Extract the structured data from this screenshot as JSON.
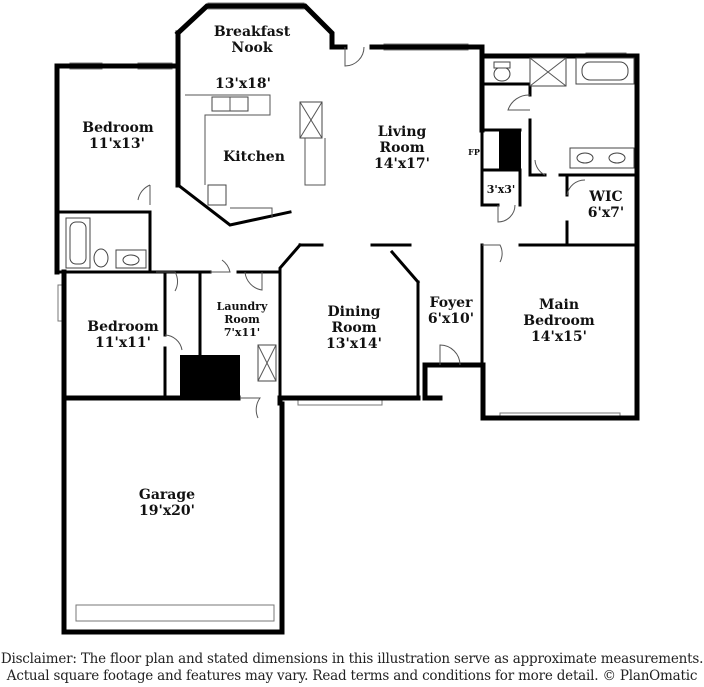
{
  "rooms": {
    "breakfast_nook": {
      "name_line1": "Breakfast",
      "name_line2": "Nook",
      "dims": "13'x18'"
    },
    "kitchen": {
      "name": "Kitchen"
    },
    "bedroom_top": {
      "name": "Bedroom",
      "dims": "11'x13'"
    },
    "living_room": {
      "name_line1": "Living",
      "name_line2": "Room",
      "dims": "14'x17'"
    },
    "fireplace": {
      "label": "FP"
    },
    "closet": {
      "dims": "3'x3'"
    },
    "wic": {
      "name": "WIC",
      "dims": "6'x7'"
    },
    "bedroom_mid": {
      "name": "Bedroom",
      "dims": "11'x11'"
    },
    "laundry": {
      "name_line1": "Laundry",
      "name_line2": "Room",
      "dims": "7'x11'"
    },
    "dining_room": {
      "name_line1": "Dining",
      "name_line2": "Room",
      "dims": "13'x14'"
    },
    "foyer": {
      "name": "Foyer",
      "dims": "6'x10'"
    },
    "main_bedroom": {
      "name_line1": "Main",
      "name_line2": "Bedroom",
      "dims": "14'x15'"
    },
    "garage": {
      "name": "Garage",
      "dims": "19'x20'"
    }
  },
  "disclaimer": {
    "line1": "Disclaimer: The floor plan and stated dimensions in this illustration serve as approximate measurements.",
    "line2": "Actual square footage and features may vary. Read terms and conditions for more detail. © PlanOmatic"
  }
}
